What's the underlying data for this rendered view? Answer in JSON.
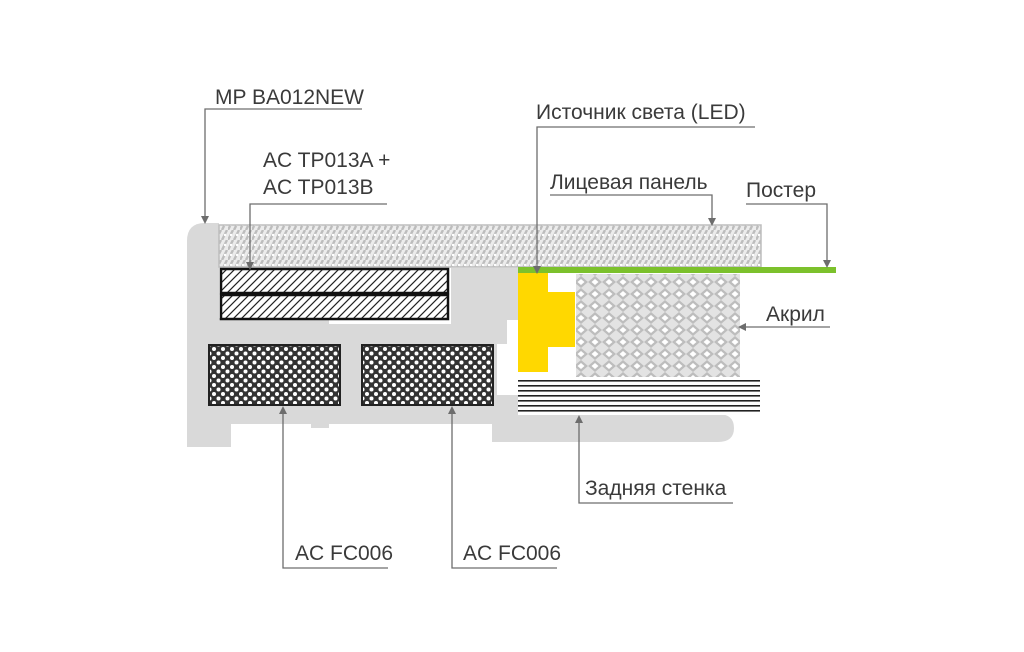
{
  "labels": {
    "profile": "MP BA012NEW",
    "tape_line1": "AC TP013A +",
    "tape_line2": "AC TP013B",
    "led": "Источник света (LED)",
    "face_panel": "Лицевая панель",
    "poster": "Постер",
    "acrylic": "Акрил",
    "back_wall": "Задняя стенка",
    "fc_left": "AC FC006",
    "fc_right": "AC FC006"
  },
  "colors": {
    "profile": "#d9d9d9",
    "led": "#ffd800",
    "poster": "#7cc12c",
    "text": "#3a3a3a",
    "leader": "#6d6d6d",
    "foam_dark": "#333333",
    "stripes": "#222222"
  }
}
